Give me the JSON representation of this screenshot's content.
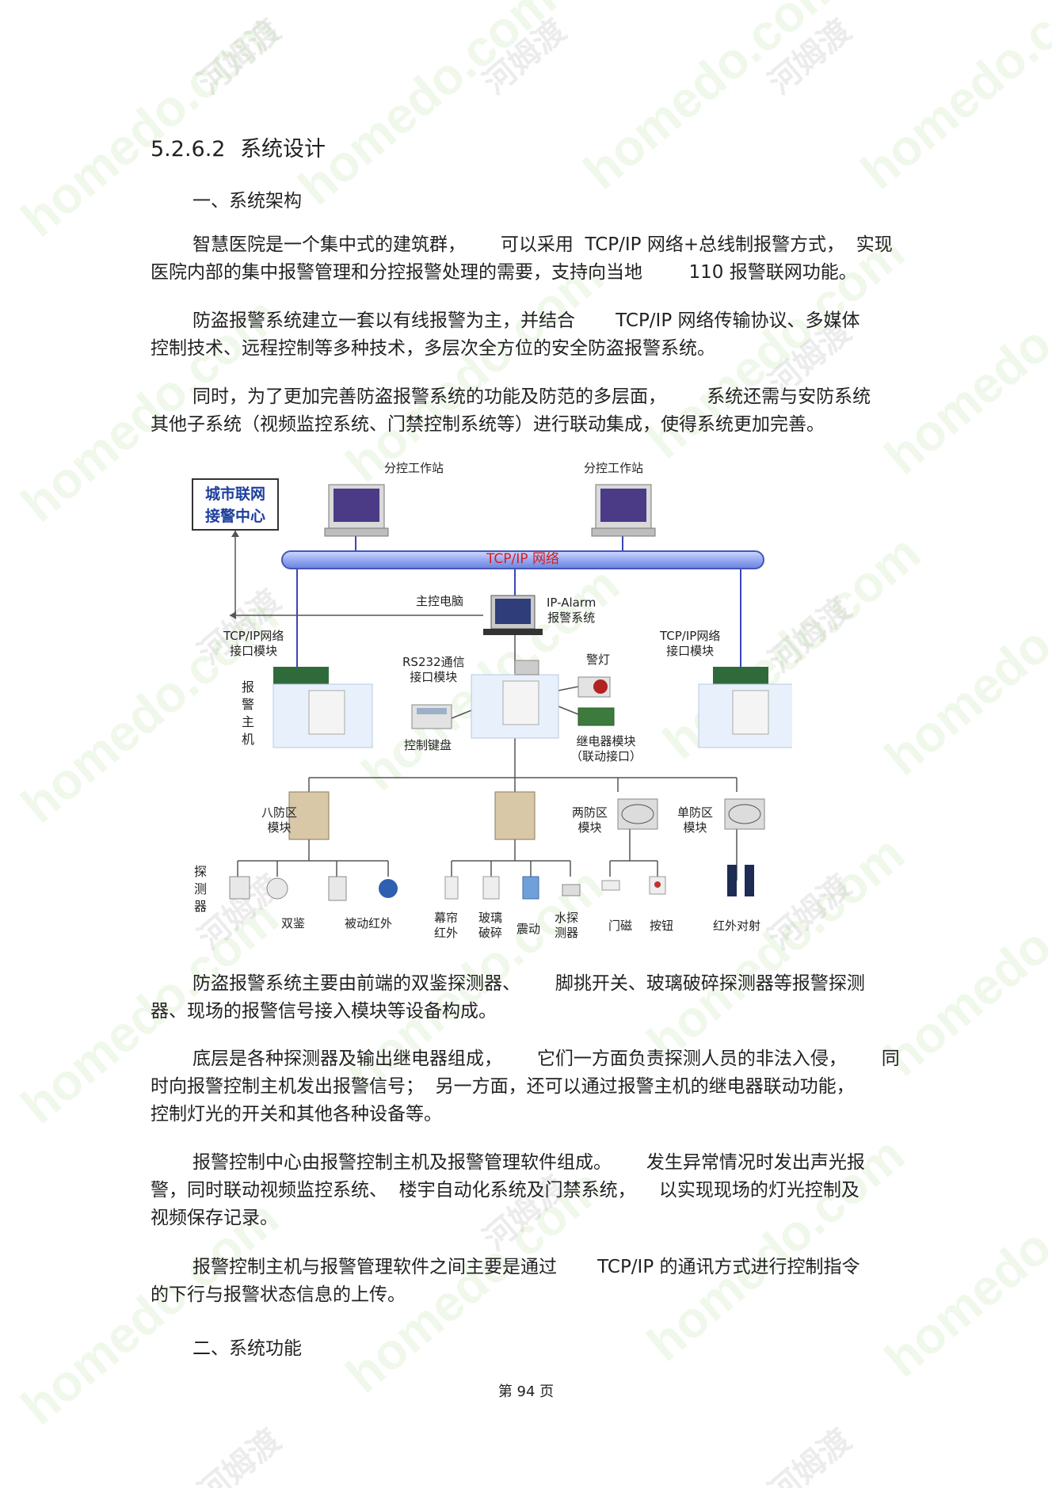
{
  "watermark": {
    "url_text": "homedo.com",
    "cn_text": "河姆渡"
  },
  "section": {
    "number": "5.2.6.2",
    "title": "系统设计"
  },
  "subheadings": {
    "architecture": "一、系统架构",
    "functions": "二、系统功能"
  },
  "paragraphs": {
    "p1": "智慧医院是一个集中式的建筑群，      可以采用  TCP/IP 网络+总线制报警方式，  实现\n医院内部的集中报警管理和分控报警处理的需要，支持向当地        110 报警联网功能。",
    "p2": "防盗报警系统建立一套以有线报警为主，并结合       TCP/IP 网络传输协议、多媒体\n控制技术、远程控制等多种技术，多层次全方位的安全防盗报警系统。",
    "p3": "同时，为了更加完善防盗报警系统的功能及防范的多层面，       系统还需与安防系统\n其他子系统（视频监控系统、门禁控制系统等）进行联动集成，使得系统更加完善。",
    "p4": "防盗报警系统主要由前端的双鉴探测器、      脚挑开关、玻璃破碎探测器等报警探测\n器、现场的报警信号接入模块等设备构成。",
    "p5": "底层是各种探测器及输出继电器组成，      它们一方面负责探测人员的非法入侵，      同\n时向报警控制主机发出报警信号；  另一方面，还可以通过报警主机的继电器联动功能，\n控制灯光的开关和其他各种设备等。",
    "p6": "报警控制中心由报警控制主机及报警管理软件组成。      发生异常情况时发出声光报\n警，同时联动视频监控系统、  楼宇自动化系统及门禁系统，    以实现现场的灯光控制及\n视频保存记录。",
    "p7": "报警控制主机与报警管理软件之间主要是通过       TCP/IP 的通讯方式进行控制指令\n的下行与报警状态信息的上传。"
  },
  "diagram": {
    "city_center": [
      "城市联网",
      "接警中心"
    ],
    "workstation_left": "分控工作站",
    "workstation_right": "分控工作站",
    "network": "TCP/IP 网络",
    "main_pc": "主控电脑",
    "ip_alarm": [
      "IP-Alarm",
      "报警系统"
    ],
    "tcp_module_left": [
      "TCP/IP网络",
      "接口模块"
    ],
    "tcp_module_right": [
      "TCP/IP网络",
      "接口模块"
    ],
    "rs232": [
      "RS232通信",
      "接口模块"
    ],
    "alarm_light": "警灯",
    "alarm_host": [
      "报",
      "警",
      "主",
      "机"
    ],
    "keypad": "控制键盘",
    "relay": [
      "继电器模块",
      "（联动接口）"
    ],
    "eight_zone": [
      "八防区",
      "模块"
    ],
    "two_zone": [
      "两防区",
      "模块"
    ],
    "single_zone": [
      "单防区",
      "模块"
    ],
    "detector": [
      "探",
      "测",
      "器"
    ],
    "dual_tech": "双鉴",
    "pir": "被动红外",
    "curtain": [
      "幕帘",
      "红外"
    ],
    "glass": [
      "玻璃",
      "破碎"
    ],
    "vibration": "震动",
    "water": [
      "水探",
      "测器"
    ],
    "door_magnet": "门磁",
    "button": "按钮",
    "ir_beam": "红外对射"
  },
  "footer": {
    "page": "第 94 页"
  }
}
